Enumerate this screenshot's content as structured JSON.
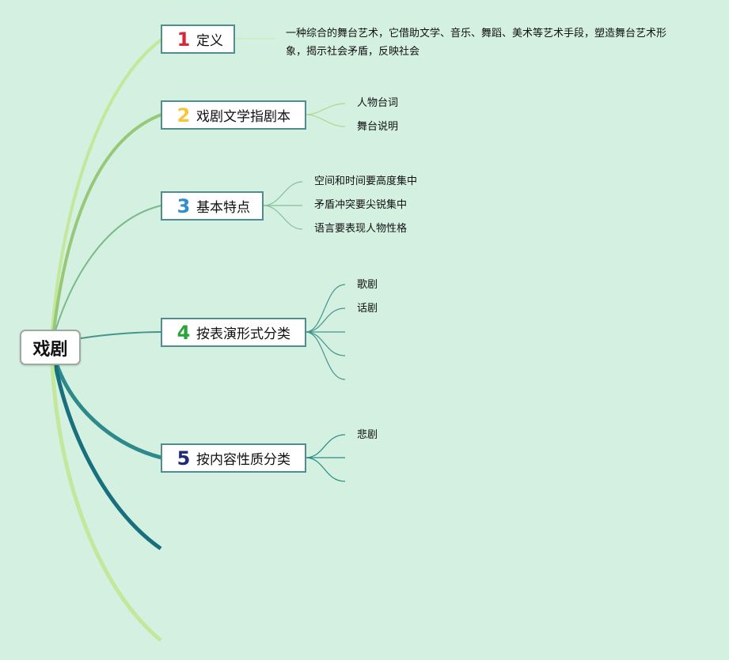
{
  "root": {
    "label": "戏剧"
  },
  "colors": {
    "background": "#d3f0e1",
    "num1": "#d6283b",
    "num2": "#f5c63a",
    "num3": "#2e8ed2",
    "num4": "#2aa33b",
    "num5": "#1e2a78",
    "line_light": "#c3e79b",
    "line_mid": "#96c878",
    "line_teal": "#45958d",
    "line_dark": "#17707b"
  },
  "topics": [
    {
      "num": "1",
      "label": "定义"
    },
    {
      "num": "2",
      "label": "戏剧文学指剧本"
    },
    {
      "num": "3",
      "label": "基本特点"
    },
    {
      "num": "4",
      "label": "按表演形式分类"
    },
    {
      "num": "5",
      "label": "按内容性质分类"
    }
  ],
  "definition": "一种综合的舞台艺术，它借助文学、音乐、舞蹈、美术等艺术手段，塑造舞台艺术形象，揭示社会矛盾，反映社会",
  "leaves": {
    "script": [
      "人物台词",
      "舞台说明"
    ],
    "features": [
      "空间和时间要高度集中",
      "矛盾冲突要尖锐集中",
      "语言要表现人物性格"
    ],
    "performance": [
      "歌剧",
      "话剧"
    ],
    "content": [
      "悲剧"
    ]
  }
}
